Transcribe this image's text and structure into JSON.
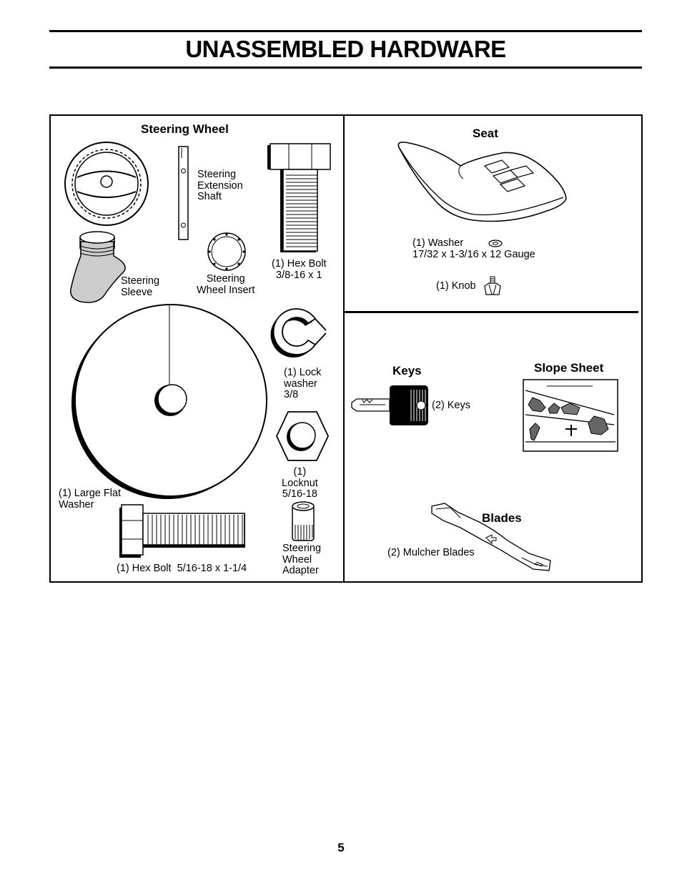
{
  "page": {
    "title": "UNASSEMBLED HARDWARE",
    "page_number": "5"
  },
  "left_panel": {
    "heading": "Steering Wheel",
    "items": {
      "steering_extension_shaft": "Steering\nExtension\nShaft",
      "steering_sleeve": "Steering\nSleeve",
      "steering_wheel_insert": "Steering\nWheel Insert",
      "hex_bolt_large": "(1) Hex Bolt\n3/8-16 x 1",
      "lock_washer": "(1) Lock\nwasher\n3/8",
      "locknut": "(1)\nLocknut\n5/16-18",
      "large_flat_washer": "(1) Large Flat\nWasher",
      "hex_bolt_small": "(1) Hex Bolt  5/16-18 x 1-1/4",
      "steering_wheel_adapter": "Steering\nWheel\nAdapter"
    }
  },
  "seat_panel": {
    "heading": "Seat",
    "washer": "(1) Washer",
    "washer_size": "17/32 x 1-3/16 x 12 Gauge",
    "knob": "(1) Knob"
  },
  "lower_right_panel": {
    "keys_heading": "Keys",
    "keys_label": "(2) Keys",
    "slope_heading": "Slope Sheet",
    "blades_heading": "Blades",
    "blades_label": "(2) Mulcher Blades"
  }
}
